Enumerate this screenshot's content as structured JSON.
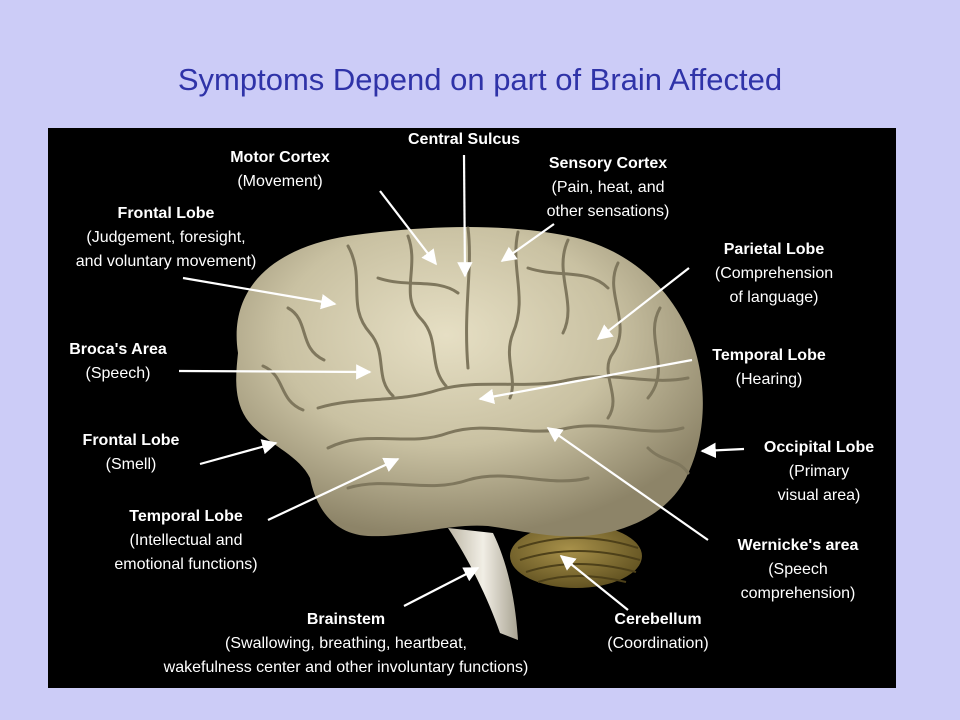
{
  "title": "Symptoms Depend on part of Brain Affected",
  "labels": {
    "central_sulcus": {
      "name": "Central Sulcus"
    },
    "motor_cortex": {
      "name": "Motor Cortex",
      "desc": "(Movement)"
    },
    "sensory_cortex": {
      "name": "Sensory Cortex",
      "desc_1": "(Pain, heat, and",
      "desc_2": "other sensations)"
    },
    "frontal_lobe_judgement": {
      "name": "Frontal Lobe",
      "desc_1": "(Judgement, foresight,",
      "desc_2": "and voluntary movement)"
    },
    "parietal_lobe": {
      "name": "Parietal Lobe",
      "desc_1": "(Comprehension",
      "desc_2": "of language)"
    },
    "brocas_area": {
      "name": "Broca's Area",
      "desc": "(Speech)"
    },
    "temporal_lobe_hearing": {
      "name": "Temporal Lobe",
      "desc": "(Hearing)"
    },
    "frontal_lobe_smell": {
      "name": "Frontal Lobe",
      "desc": "(Smell)"
    },
    "occipital_lobe": {
      "name": "Occipital Lobe",
      "desc_1": "(Primary",
      "desc_2": "visual area)"
    },
    "temporal_lobe_intellect": {
      "name": "Temporal Lobe",
      "desc_1": "(Intellectual and",
      "desc_2": "emotional functions)"
    },
    "wernickes_area": {
      "name": "Wernicke's area",
      "desc_1": "(Speech",
      "desc_2": "comprehension)"
    },
    "brainstem": {
      "name": "Brainstem",
      "desc_1": "(Swallowing, breathing, heartbeat,",
      "desc_2": "wakefulness center and other involuntary functions)"
    },
    "cerebellum": {
      "name": "Cerebellum",
      "desc": "(Coordination)"
    }
  },
  "colors": {
    "background": "#ccccf7",
    "title": "#2f33a8",
    "figure_background": "#000000",
    "label_text": "#ffffff",
    "brain": "#c9c1a2",
    "cerebellum": "#8e7a35"
  }
}
